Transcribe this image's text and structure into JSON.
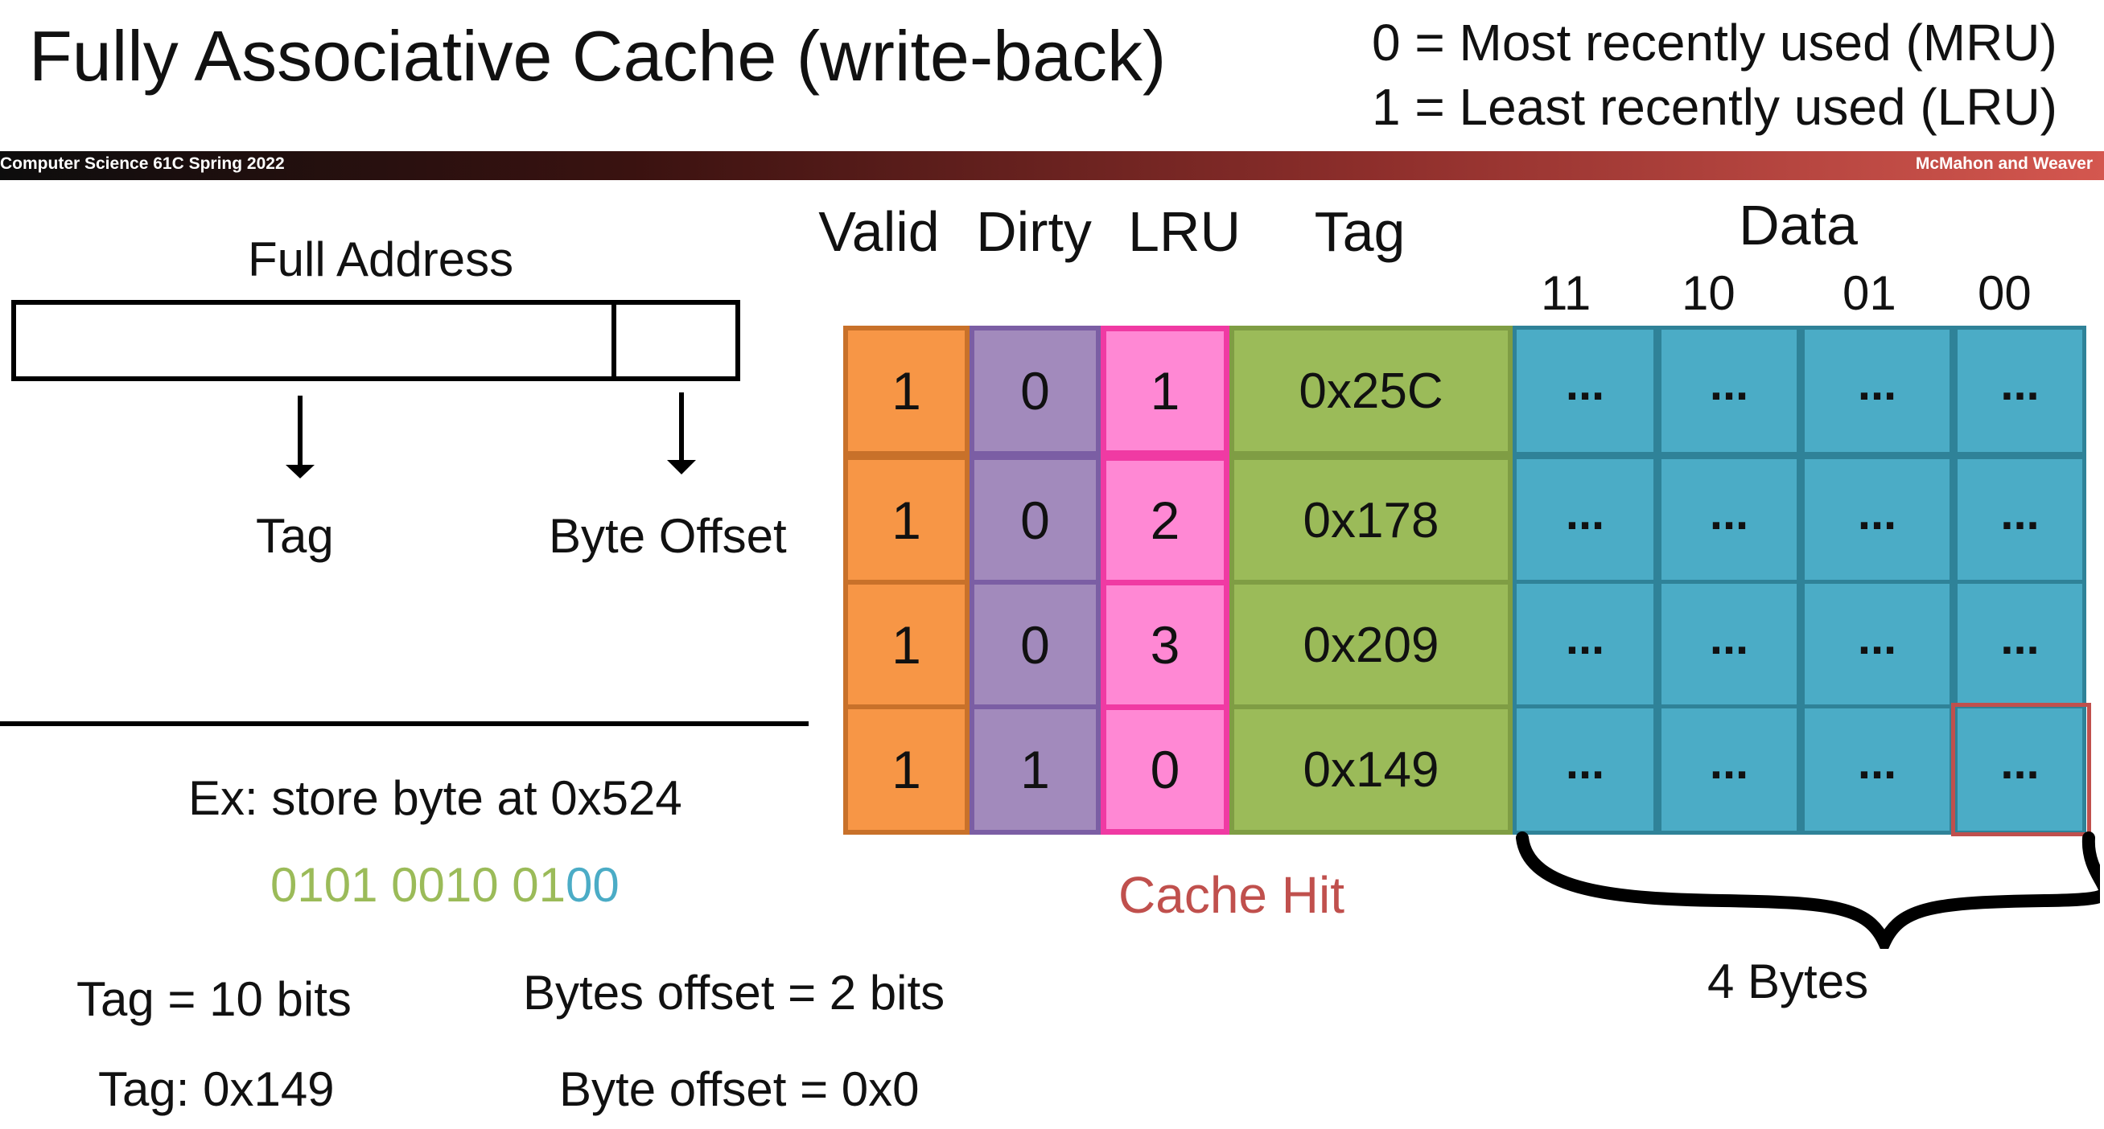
{
  "title": "Fully Associative Cache (write-back)",
  "legend": {
    "mru": "0 = Most recently used (MRU)",
    "lru": "1 = Least recently used (LRU)"
  },
  "banner": {
    "left": "Computer Science 61C Spring 2022",
    "right": "McMahon and Weaver"
  },
  "address": {
    "label": "Full Address",
    "tag_label": "Tag",
    "offset_label": "Byte Offset"
  },
  "columns": {
    "valid": "Valid",
    "dirty": "Dirty",
    "lru": "LRU",
    "tag": "Tag",
    "data": "Data"
  },
  "byte_cols": [
    "11",
    "10",
    "01",
    "00"
  ],
  "rows": [
    {
      "valid": "1",
      "dirty": "0",
      "lru": "1",
      "tag": "0x25C",
      "data": [
        "...",
        "...",
        "...",
        "..."
      ]
    },
    {
      "valid": "1",
      "dirty": "0",
      "lru": "2",
      "tag": "0x178",
      "data": [
        "...",
        "...",
        "...",
        "..."
      ]
    },
    {
      "valid": "1",
      "dirty": "0",
      "lru": "3",
      "tag": "0x209",
      "data": [
        "...",
        "...",
        "...",
        "..."
      ]
    },
    {
      "valid": "1",
      "dirty": "1",
      "lru": "0",
      "tag": "0x149",
      "data": [
        "...",
        "...",
        "...",
        "..."
      ]
    }
  ],
  "example": {
    "text": "Ex: store byte at 0x524",
    "binary_tag": "0101 0010 01",
    "binary_offset": "00",
    "tag_bits": "Tag = 10 bits",
    "offset_bits": "Bytes offset = 2 bits",
    "tag_value": "Tag: 0x149",
    "offset_value": "Byte offset = 0x0"
  },
  "cache_hit": "Cache Hit",
  "bytes_label": "4 Bytes",
  "colors": {
    "valid": "#f79646",
    "dirty": "#a28abc",
    "lru": "#ff88d4",
    "tag": "#9bbb59",
    "data": "#4bacc6",
    "hit": "#c0504d"
  }
}
